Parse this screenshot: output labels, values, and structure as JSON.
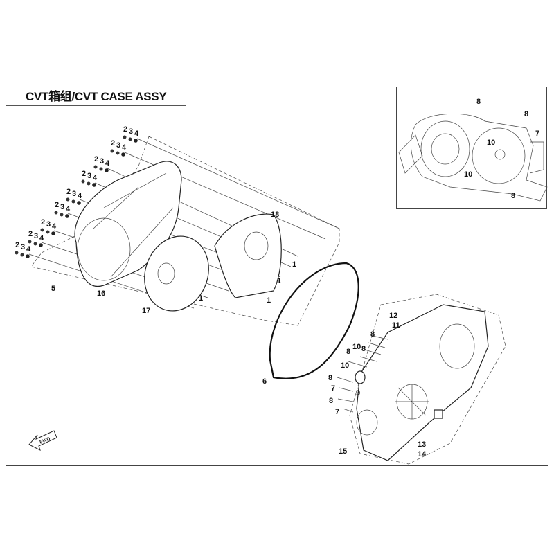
{
  "title": "CVT箱组/CVT CASE ASSY",
  "fwd_label": "FWD",
  "bolt_groups": [
    [
      "2",
      "3",
      "4"
    ],
    [
      "2",
      "3",
      "4"
    ],
    [
      "2",
      "3",
      "4"
    ],
    [
      "2",
      "3",
      "4"
    ],
    [
      "2",
      "3",
      "4"
    ],
    [
      "2",
      "3",
      "4"
    ],
    [
      "2",
      "3",
      "4"
    ],
    [
      "2",
      "3",
      "4"
    ],
    [
      "2",
      "3",
      "4"
    ]
  ],
  "callouts": {
    "c5": "5",
    "c16": "16",
    "c17": "17",
    "c18": "18",
    "c1a": "1",
    "c1b": "1",
    "c1c": "1",
    "c1d": "1",
    "c6": "6",
    "c12": "12",
    "c11": "11",
    "c8a": "8",
    "c10a": "10",
    "c8b": "8",
    "c8c": "8",
    "c10b": "10",
    "c9": "9",
    "c8d": "8",
    "c7a": "7",
    "c8e": "8",
    "c7b": "7",
    "c15": "15",
    "c13": "13",
    "c14": "14"
  },
  "inset_callouts": {
    "i8a": "8",
    "i8b": "8",
    "i7": "7",
    "i10a": "10",
    "i10b": "10",
    "i8c": "8"
  }
}
